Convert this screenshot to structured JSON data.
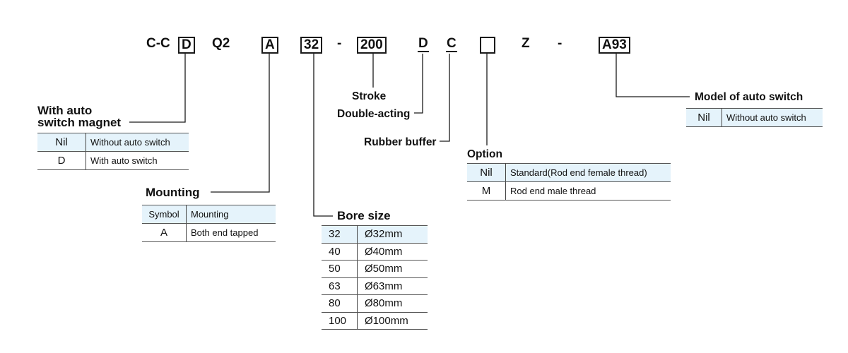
{
  "model_code": [
    {
      "text": "C-C",
      "style": "plain"
    },
    {
      "text": "D",
      "style": "box"
    },
    {
      "text": "Q2",
      "style": "plain"
    },
    {
      "text": "A",
      "style": "box"
    },
    {
      "text": "32",
      "style": "box"
    },
    {
      "text": "-",
      "style": "plain"
    },
    {
      "text": "200",
      "style": "box"
    },
    {
      "text": "D",
      "style": "underline"
    },
    {
      "text": "C",
      "style": "underline"
    },
    {
      "text": "",
      "style": "box-empty"
    },
    {
      "text": "Z",
      "style": "plain"
    },
    {
      "text": "-",
      "style": "plain"
    },
    {
      "text": "A93",
      "style": "box"
    }
  ],
  "labels": {
    "auto_switch_magnet": "With auto\nswitch magnet",
    "mounting": "Mounting",
    "bore_size": "Bore size",
    "stroke": "Stroke",
    "double_acting": "Double-acting",
    "rubber_buffer": "Rubber buffer",
    "option": "Option",
    "model_auto_switch": "Model of auto switch"
  },
  "tables": {
    "auto_switch_magnet": [
      {
        "code": "Nil",
        "desc": "Without auto switch",
        "highlight": true
      },
      {
        "code": "D",
        "desc": "With auto switch",
        "highlight": false
      }
    ],
    "mounting": [
      {
        "code": "Symbol",
        "desc": "Mounting",
        "highlight": true
      },
      {
        "code": "A",
        "desc": "Both end tapped",
        "highlight": false
      }
    ],
    "bore_size": [
      {
        "code": "32",
        "desc": "Ø32mm",
        "highlight": true
      },
      {
        "code": "40",
        "desc": "Ø40mm",
        "highlight": false
      },
      {
        "code": "50",
        "desc": "Ø50mm",
        "highlight": false
      },
      {
        "code": "63",
        "desc": "Ø63mm",
        "highlight": false
      },
      {
        "code": "80",
        "desc": "Ø80mm",
        "highlight": false
      },
      {
        "code": "100",
        "desc": "Ø100mm",
        "highlight": false
      }
    ],
    "option": [
      {
        "code": "Nil",
        "desc": "Standard(Rod end female thread)",
        "highlight": true
      },
      {
        "code": "M",
        "desc": "Rod end male thread",
        "highlight": false
      }
    ],
    "model_auto_switch": [
      {
        "code": "Nil",
        "desc": "Without auto switch",
        "highlight": true
      }
    ]
  },
  "colors": {
    "line": "#1a1a1a",
    "row_highlight": "#e5f3fb",
    "border": "#555555"
  }
}
